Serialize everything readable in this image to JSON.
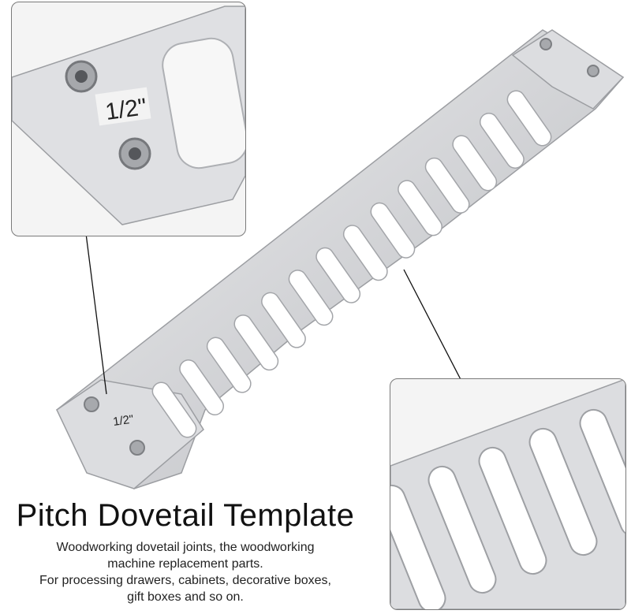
{
  "product": {
    "label_small": "1/2\"",
    "label_large": "1/2\""
  },
  "caption": {
    "title": "Pitch Dovetail Template",
    "lines": [
      "Woodworking dovetail joints, the woodworking",
      "machine replacement parts.",
      "For processing drawers, cabinets, decorative boxes,",
      "gift boxes and so on."
    ]
  },
  "colors": {
    "metal_light": "#e4e4e6",
    "metal_mid": "#c9cacd",
    "metal_dark": "#9c9ea2",
    "frame": "#7a7a7a"
  }
}
